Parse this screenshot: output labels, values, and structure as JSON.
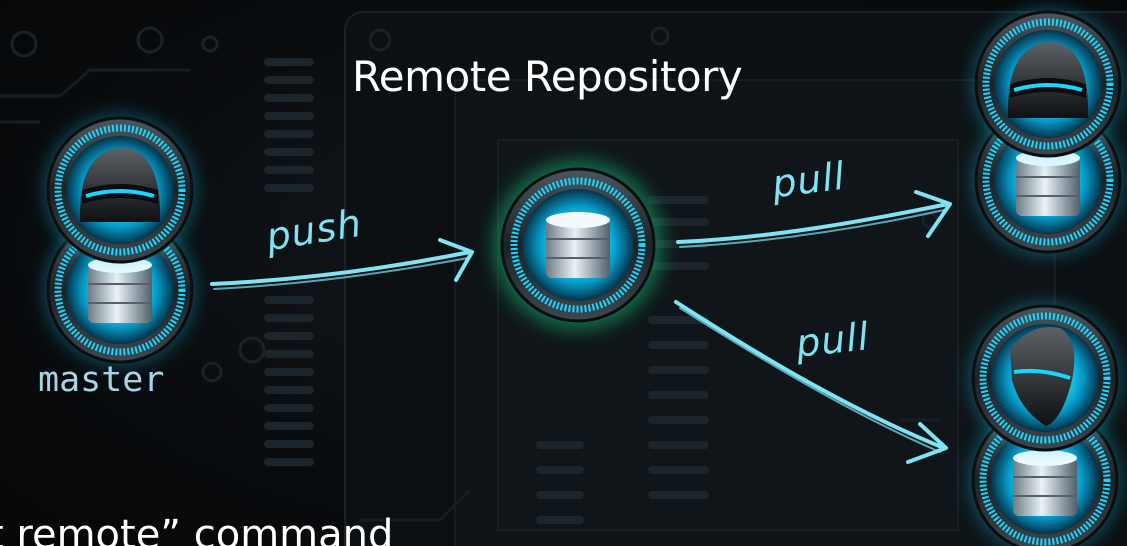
{
  "title": "Remote Repository",
  "local_branch_label": "master",
  "caption_text": "t remote” command",
  "arrows": {
    "push_label": "push",
    "pull_label_top": "pull",
    "pull_label_bottom": "pull"
  },
  "icons": {
    "local": [
      "helmet-icon",
      "database-icon"
    ],
    "remote": [
      "database-icon"
    ],
    "clone_top": [
      "helmet-icon",
      "database-icon"
    ],
    "clone_bottom": [
      "helmet-icon",
      "database-icon"
    ]
  },
  "colors": {
    "background": "#07090b",
    "glow": "#19d6ff",
    "remote_glow": "#16d98a",
    "arrow": "#7fe3f2",
    "text": "#ffffff",
    "branch_label": "#a9d3e3"
  }
}
